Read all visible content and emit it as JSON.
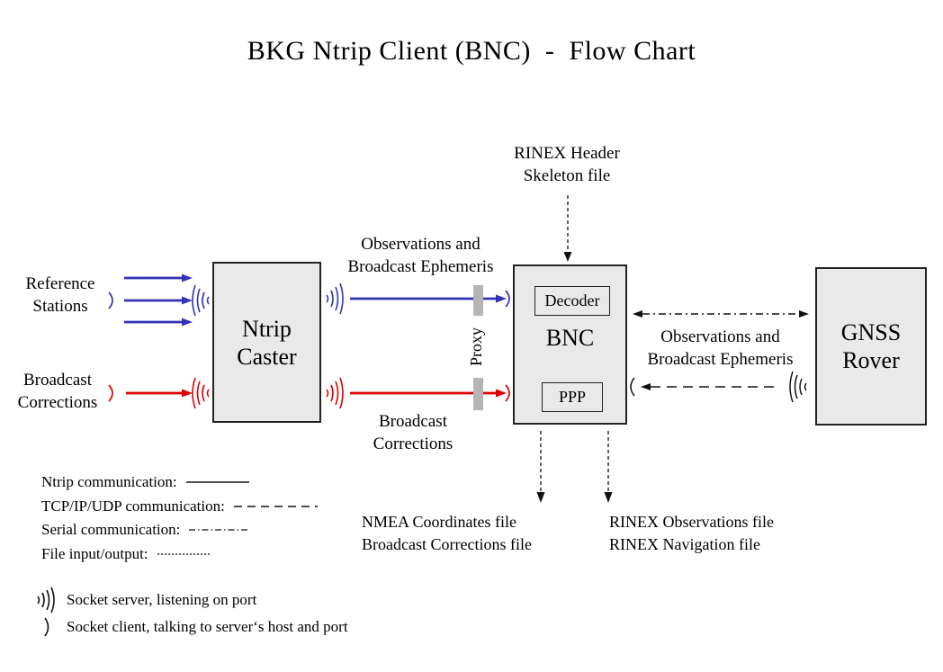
{
  "title": "BKG Ntrip Client (BNC)  -  Flow Chart",
  "colors": {
    "arrow_blue": "#3333b4",
    "arrow_red": "#dd0000",
    "line_black": "#111111",
    "box_fill": "#e9e9e9",
    "box_border": "#222222",
    "proxy_gray": "#b5b5b5",
    "background": "#ffffff"
  },
  "nodes": {
    "ntrip_caster": {
      "line1": "Ntrip",
      "line2": "Caster"
    },
    "bnc": {
      "label": "BNC",
      "decoder_label": "Decoder",
      "ppp_label": "PPP"
    },
    "gnss_rover": {
      "line1": "GNSS",
      "line2": "Rover"
    }
  },
  "inputs": {
    "reference_stations": {
      "line1": "Reference",
      "line2": "Stations"
    },
    "broadcast_corrections": {
      "line1": "Broadcast",
      "line2": "Corrections"
    }
  },
  "flow_labels": {
    "rinex_header_skeleton": {
      "line1": "RINEX Header",
      "line2": "Skeleton file"
    },
    "obs_ephemeris_left": {
      "line1": "Observations and",
      "line2": "Broadcast Ephemeris"
    },
    "broadcast_corrections_mid": {
      "line1": "Broadcast",
      "line2": "Corrections"
    },
    "obs_ephemeris_right": {
      "line1": "Observations and",
      "line2": "Broadcast Ephemeris"
    },
    "proxy": "Proxy"
  },
  "outputs": {
    "nmea": {
      "line1": "NMEA Coordinates file",
      "line2": "Broadcast Corrections file"
    },
    "rinex": {
      "line1": "RINEX Observations file",
      "line2": "RINEX Navigation file"
    }
  },
  "legend": {
    "items": [
      {
        "label": "Ntrip communication:",
        "style": "solid"
      },
      {
        "label": "TCP/IP/UDP communication:",
        "style": "dashed"
      },
      {
        "label": "Serial communication:",
        "style": "dashdot"
      },
      {
        "label": "File input/output:",
        "style": "dotted"
      }
    ],
    "socket_server": "Socket server, listening on port",
    "socket_client": "Socket client, talking to server‘s host and port"
  }
}
